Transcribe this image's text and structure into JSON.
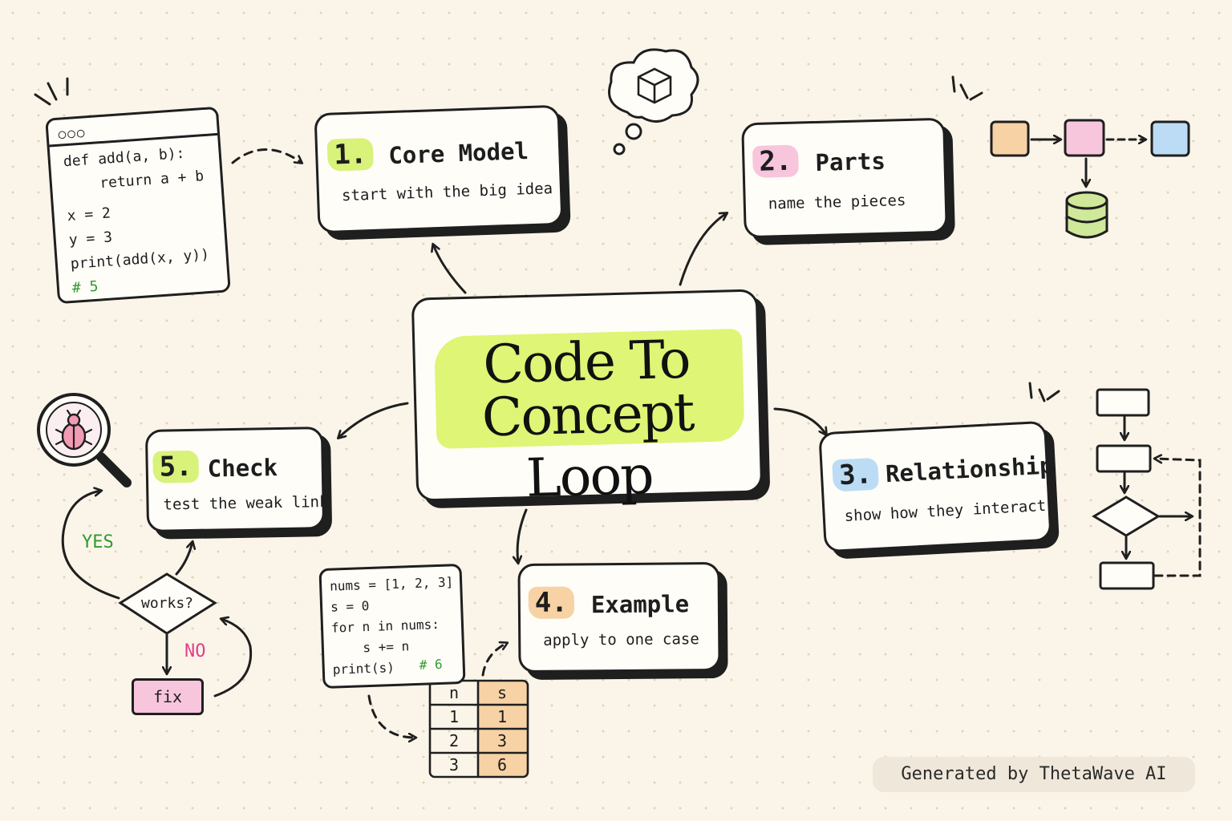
{
  "title": {
    "line1": "Code To",
    "line2": "Concept Loop"
  },
  "steps": [
    {
      "num": "1.",
      "title": "Core Model",
      "subtitle": "start with the big idea",
      "color": "#d8f27a"
    },
    {
      "num": "2.",
      "title": "Parts",
      "subtitle": "name the pieces",
      "color": "#f7c6dc"
    },
    {
      "num": "3.",
      "title": "Relationship",
      "subtitle": "show how they interact",
      "color": "#bcdcf5"
    },
    {
      "num": "4.",
      "title": "Example",
      "subtitle": "apply to one case",
      "color": "#f7d2a4"
    },
    {
      "num": "5.",
      "title": "Check",
      "subtitle": "test the weak link",
      "color": "#d8f27a"
    }
  ],
  "code_top": [
    "def add(a, b):",
    "    return a + b",
    "x = 2",
    "y = 3",
    "print(add(x, y))",
    "# 5"
  ],
  "code_bottom": [
    "nums = [1, 2, 3]",
    "s = 0",
    "for n in nums:",
    "    s += n",
    "print(s)",
    "# 6"
  ],
  "trace_table": {
    "headers": [
      "n",
      "s"
    ],
    "rows": [
      [
        "1",
        "1"
      ],
      [
        "2",
        "3"
      ],
      [
        "3",
        "6"
      ]
    ]
  },
  "flow": {
    "decision": "works?",
    "yes": "YES",
    "no": "NO",
    "fix": "fix"
  },
  "footer": "Generated by ThetaWave AI",
  "icons": [
    "thought-cloud-cube-icon",
    "bug-magnifier-icon",
    "database-icon",
    "flowchart-icon",
    "browser-dots-icon"
  ],
  "colors": {
    "highlight": "#d8f27a",
    "ink": "#1f1f1f",
    "paper": "#fbf5e9",
    "yes": "#2f9a30",
    "no": "#e43e8a"
  }
}
